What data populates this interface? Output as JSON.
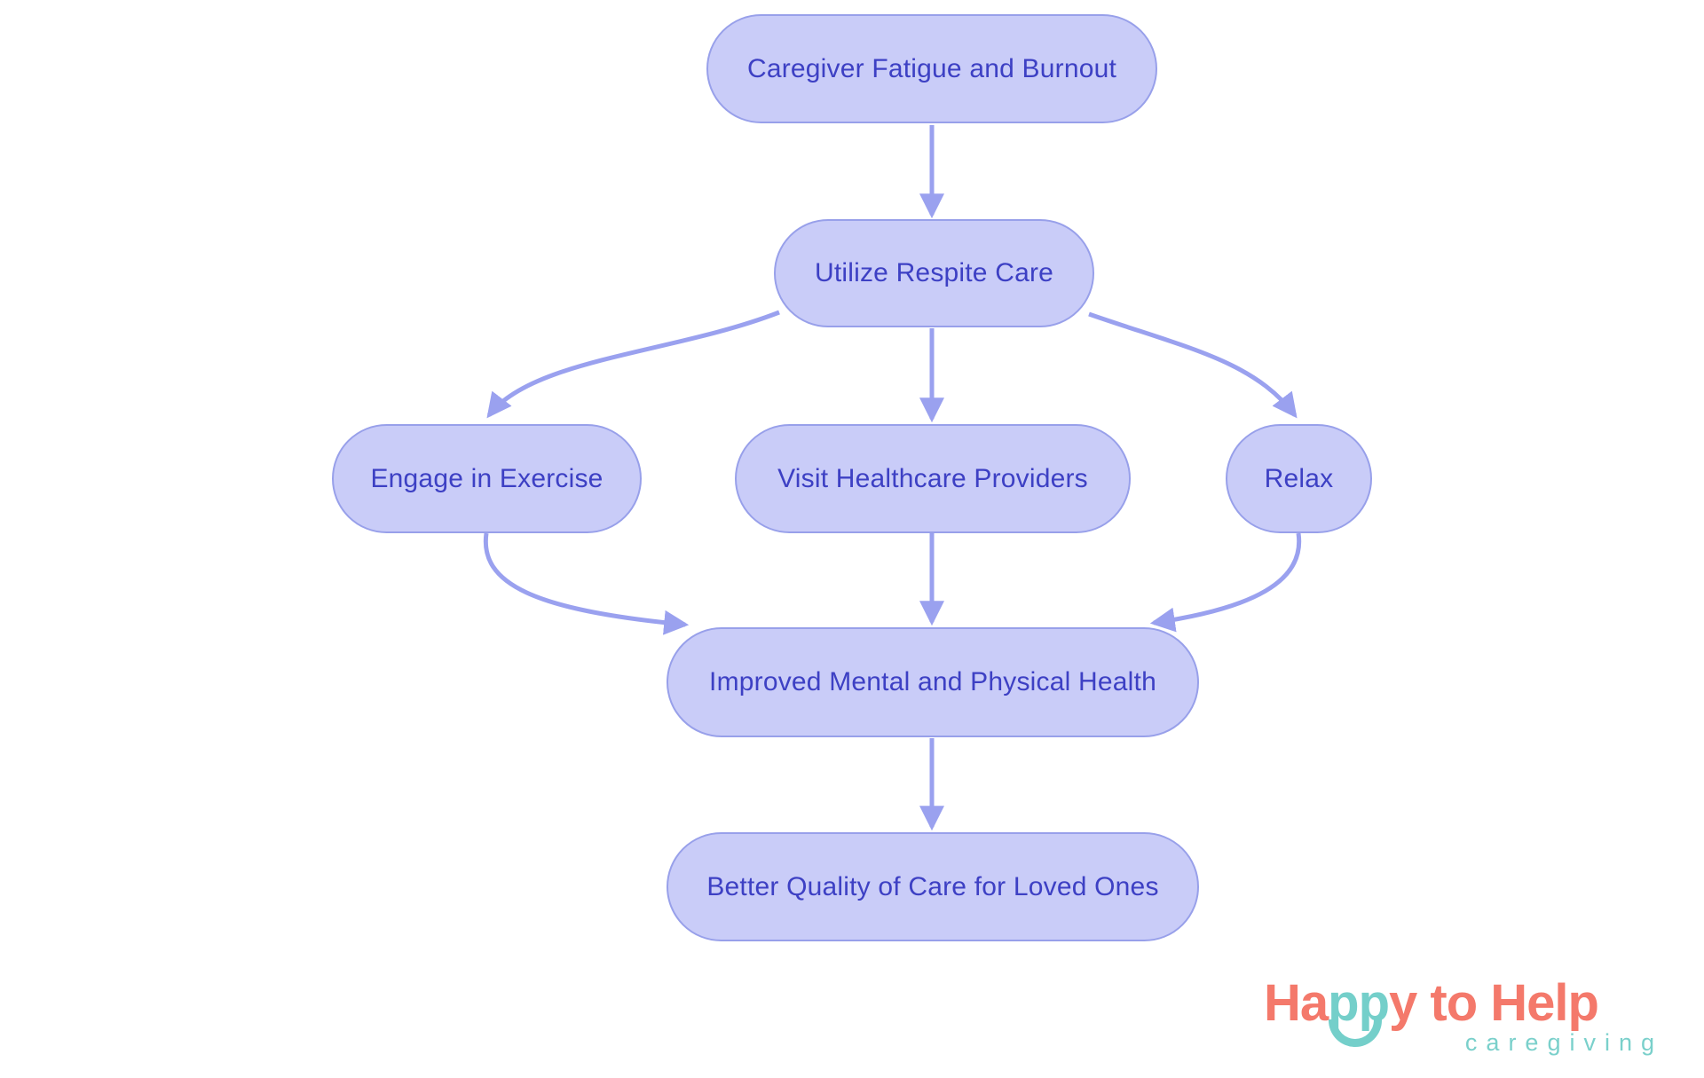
{
  "diagram": {
    "nodes": [
      {
        "id": "caregiver-fatigue-and-burnout",
        "label": "Caregiver Fatigue and Burnout"
      },
      {
        "id": "utilize-respite-care",
        "label": "Utilize Respite Care"
      },
      {
        "id": "engage-in-exercise",
        "label": "Engage in Exercise"
      },
      {
        "id": "visit-healthcare-providers",
        "label": "Visit Healthcare Providers"
      },
      {
        "id": "relax",
        "label": "Relax"
      },
      {
        "id": "improved-mental-and-physical-health",
        "label": "Improved Mental and Physical Health"
      },
      {
        "id": "better-quality-of-care-for-loved-ones",
        "label": "Better Quality of Care for Loved Ones"
      }
    ],
    "edges": [
      {
        "from": "caregiver-fatigue-and-burnout",
        "to": "utilize-respite-care"
      },
      {
        "from": "utilize-respite-care",
        "to": "engage-in-exercise"
      },
      {
        "from": "utilize-respite-care",
        "to": "visit-healthcare-providers"
      },
      {
        "from": "utilize-respite-care",
        "to": "relax"
      },
      {
        "from": "engage-in-exercise",
        "to": "improved-mental-and-physical-health"
      },
      {
        "from": "visit-healthcare-providers",
        "to": "improved-mental-and-physical-health"
      },
      {
        "from": "relax",
        "to": "improved-mental-and-physical-health"
      },
      {
        "from": "improved-mental-and-physical-health",
        "to": "better-quality-of-care-for-loved-ones"
      }
    ],
    "colors": {
      "node_fill": "#c9ccf8",
      "node_border": "#98a0ea",
      "node_text": "#3d40c4",
      "arrow": "#9aa1ef",
      "background": "#ffffff"
    }
  },
  "logo": {
    "part_ha": "Ha",
    "part_pp": "pp",
    "part_y_to_help": "y to Help",
    "subtitle": "caregiving",
    "coral": "#f4796b",
    "teal": "#74cfca"
  }
}
